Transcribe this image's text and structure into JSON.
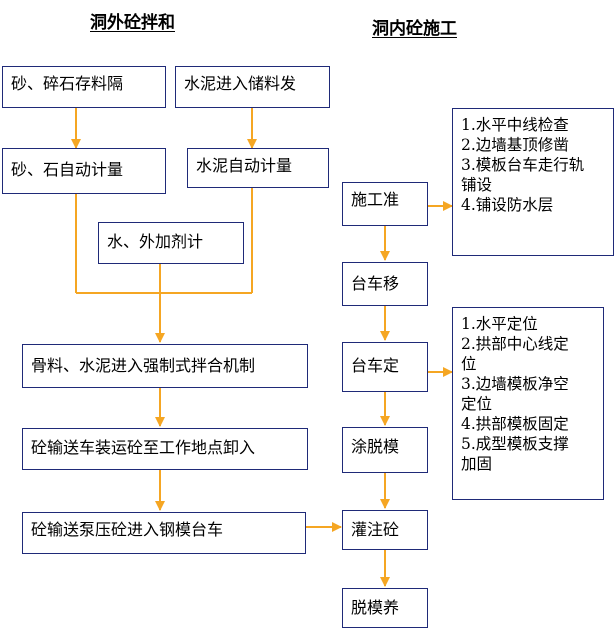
{
  "titles": {
    "outside": "洞外砼拌和",
    "inside": "洞内砼施工"
  },
  "left_flow": {
    "sand_gravel_storage": "砂、碎石存料隔",
    "cement_storage": "水泥进入储料发",
    "sand_stone_weigh": "砂、石自动计量",
    "cement_weigh": "水泥自动计量",
    "water_additive_weigh": "水、外加剂计",
    "mixer": "骨料、水泥进入强制式拌合机制",
    "transport": "砼输送车装运砼至工作地点卸入",
    "pump": "砼输送泵压砼进入钢模台车"
  },
  "right_flow": {
    "prep": "施工准",
    "trolley_move": "台车移",
    "trolley_position": "台车定",
    "release_agent": "涂脱模",
    "pour": "灌注砼",
    "demold": "脱模养"
  },
  "notes": {
    "prep_items": [
      "1.水平中线检查",
      "2.边墙基顶修凿",
      "3.模板台车走行轨",
      "铺设",
      "4.铺设防水层"
    ],
    "position_items": [
      "1.水平定位",
      "2.拱部中心线定",
      "位",
      "3.边墙模板净空",
      "定位",
      "4.拱部模板固定",
      "5.成型模板支撑",
      "加固"
    ]
  },
  "colors": {
    "arrow": "#f5a623",
    "box_border": "#1f2a78"
  }
}
